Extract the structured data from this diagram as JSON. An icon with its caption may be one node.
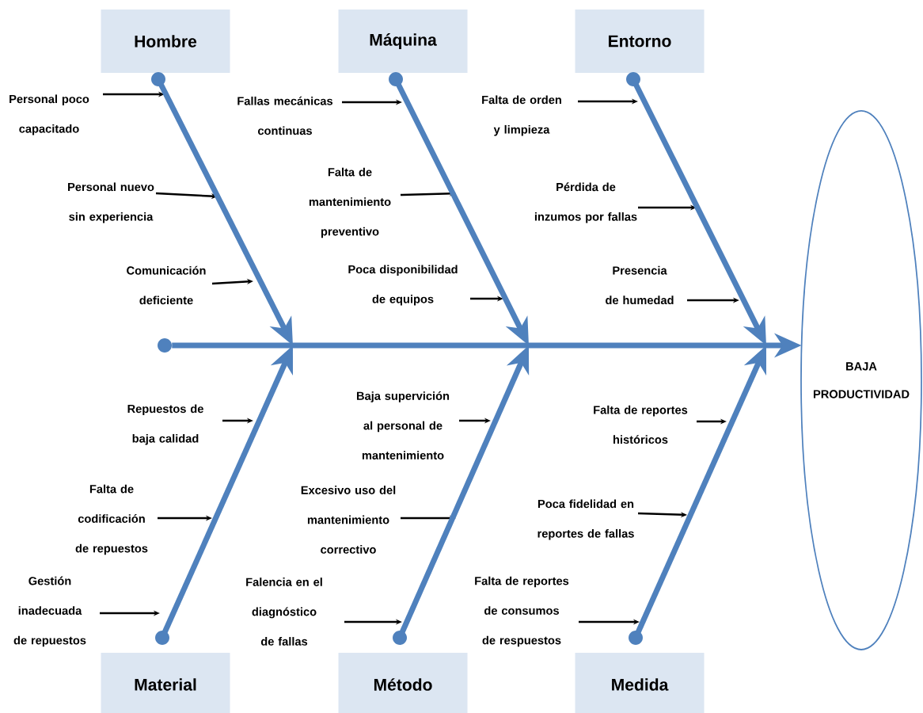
{
  "diagram": {
    "nodes": [
      {
        "text": [
          "Hombre"
        ]
      },
      {
        "text": [
          "Máquina"
        ]
      },
      {
        "text": [
          "Entorno"
        ]
      },
      {
        "text": [
          "Personal poco capacitado"
        ]
      },
      {
        "text": [
          "Personal nuevo sin experiencia"
        ]
      },
      {
        "text": [
          "Comunicación deficiente"
        ]
      },
      {
        "text": [
          "Fallas mecánicas continuas"
        ]
      },
      {
        "text": [
          "Falta de mantenimiento preventivo"
        ]
      },
      {
        "text": [
          "Poca disponibilidad de equipos"
        ]
      },
      {
        "text": [
          "Falta de orden y limpieza"
        ]
      },
      {
        "text": [
          "Pérdida de inzumos por fallas"
        ]
      },
      {
        "text": [
          "Presencia de humedad"
        ]
      },
      {
        "text": [
          "Repuestos de baja calidad"
        ]
      },
      {
        "text": [
          "Falta de codificación de repuestos"
        ]
      },
      {
        "text": [
          "Gestión inadecuada de repuestos"
        ]
      },
      {
        "text": [
          "Baja supervición al personal de mantenimiento"
        ]
      },
      {
        "text": [
          "Excesivo uso del mantenimiento correctivo"
        ]
      },
      {
        "text": [
          "Falencia en el diagnóstico de fallas"
        ]
      },
      {
        "text": [
          "Falta de reportes históricos"
        ]
      },
      {
        "text": [
          "Poca fidelidad en reportes de fallas"
        ]
      },
      {
        "text": [
          "Falta de reportes de consumos de respuestos"
        ]
      },
      {
        "text": [
          "Material"
        ]
      },
      {
        "text": [
          "Método"
        ]
      },
      {
        "text": [
          "Medida"
        ]
      },
      {
        "text": [],
        "shape": "circle"
      },
      {
        "text": [
          "BAJA PRODUCTIVIDAD"
        ]
      }
    ],
    "edges": [
      {
        "from": 3,
        "to": null,
        "arrow": "to"
      },
      {
        "from": 4,
        "to": null,
        "arrow": "to"
      },
      {
        "from": 5,
        "to": null,
        "arrow": "to"
      },
      {
        "from": 6,
        "to": null,
        "arrow": "to"
      },
      {
        "from": 7,
        "to": null,
        "arrow": "to"
      },
      {
        "from": 8,
        "to": null,
        "arrow": "to"
      },
      {
        "from": 9,
        "to": null,
        "arrow": "to"
      },
      {
        "from": 10,
        "to": null,
        "arrow": "to"
      },
      {
        "from": 11,
        "to": null,
        "arrow": "to"
      },
      {
        "from": 12,
        "to": null,
        "arrow": "to"
      },
      {
        "from": 13,
        "to": null,
        "arrow": "to"
      },
      {
        "from": 14,
        "to": null,
        "arrow": "to"
      },
      {
        "from": 15,
        "to": null,
        "arrow": "to"
      },
      {
        "from": 16,
        "to": null,
        "arrow": "to"
      },
      {
        "from": 17,
        "to": null,
        "arrow": "to"
      },
      {
        "from": 18,
        "to": null,
        "arrow": "to"
      },
      {
        "from": 19,
        "to": null,
        "arrow": "to"
      },
      {
        "from": 20,
        "to": null,
        "arrow": "to"
      },
      {
        "from": 0,
        "to": null,
        "arrow": "to",
        "style": "thick",
        "color": "#4f81bd"
      },
      {
        "from": 1,
        "to": null,
        "arrow": "to",
        "style": "thick",
        "color": "#4f81bd"
      },
      {
        "from": 2,
        "to": null,
        "arrow": "to",
        "style": "thick",
        "color": "#4f81bd"
      },
      {
        "from": 21,
        "to": null,
        "arrow": "to",
        "style": "thick",
        "color": "#4f81bd"
      },
      {
        "from": 22,
        "to": null,
        "arrow": "to",
        "style": "thick",
        "color": "#4f81bd"
      },
      {
        "from": 23,
        "to": null,
        "arrow": "to",
        "style": "thick",
        "color": "#4f81bd"
      },
      {
        "from": 24,
        "to": 25,
        "arrow": "to",
        "style": "thick",
        "color": "#4f81bd"
      }
    ]
  }
}
